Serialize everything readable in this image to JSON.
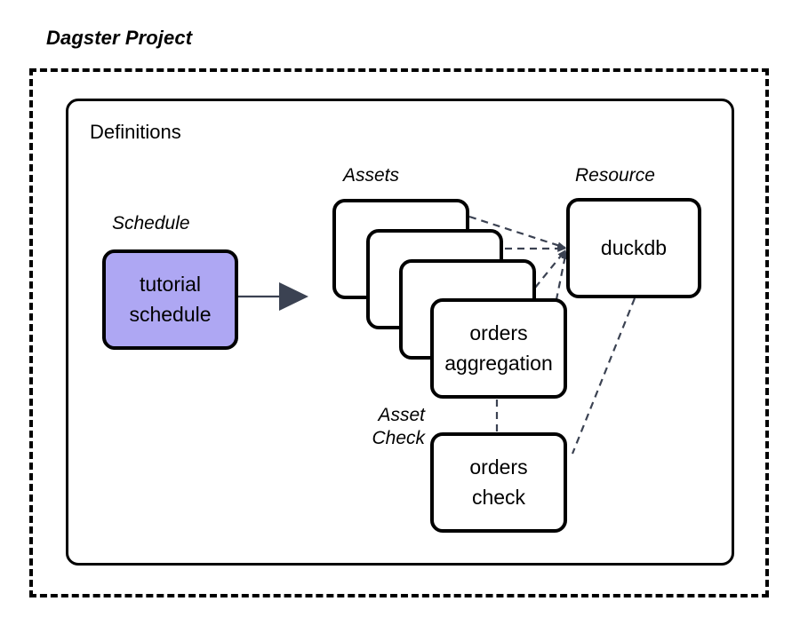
{
  "diagram": {
    "title": "Dagster Project",
    "container_label": "Definitions",
    "colors": {
      "schedule_fill": "#aea7f3",
      "stroke": "#000000",
      "arrow": "#3b4252",
      "dashed_link": "#3b4252",
      "background": "#ffffff"
    }
  },
  "groups": {
    "schedule": {
      "label": "Schedule"
    },
    "assets": {
      "label": "Assets"
    },
    "resource": {
      "label": "Resource"
    },
    "asset_check": {
      "label_line1": "Asset",
      "label_line2": "Check"
    }
  },
  "nodes": {
    "schedule": {
      "line1": "tutorial",
      "line2": "schedule"
    },
    "asset_stack": [
      {
        "line1": "",
        "line2": ""
      },
      {
        "line1": "",
        "line2": ""
      },
      {
        "line1": "",
        "line2": ""
      },
      {
        "line1": "orders",
        "line2": "aggregation"
      }
    ],
    "resource": {
      "line1": "duckdb",
      "line2": ""
    },
    "asset_check": {
      "line1": "orders",
      "line2": "check"
    }
  },
  "edges": [
    {
      "from": "schedule",
      "to": "assets",
      "style": "solid-arrow"
    },
    {
      "from": "asset-1",
      "to": "duckdb",
      "style": "dashed"
    },
    {
      "from": "asset-2",
      "to": "duckdb",
      "style": "dashed"
    },
    {
      "from": "asset-3",
      "to": "duckdb",
      "style": "dashed"
    },
    {
      "from": "orders-aggregation",
      "to": "duckdb",
      "style": "dashed"
    },
    {
      "from": "orders-aggregation",
      "to": "orders-check",
      "style": "dashed"
    },
    {
      "from": "duckdb",
      "to": "orders-check",
      "style": "dashed"
    }
  ]
}
